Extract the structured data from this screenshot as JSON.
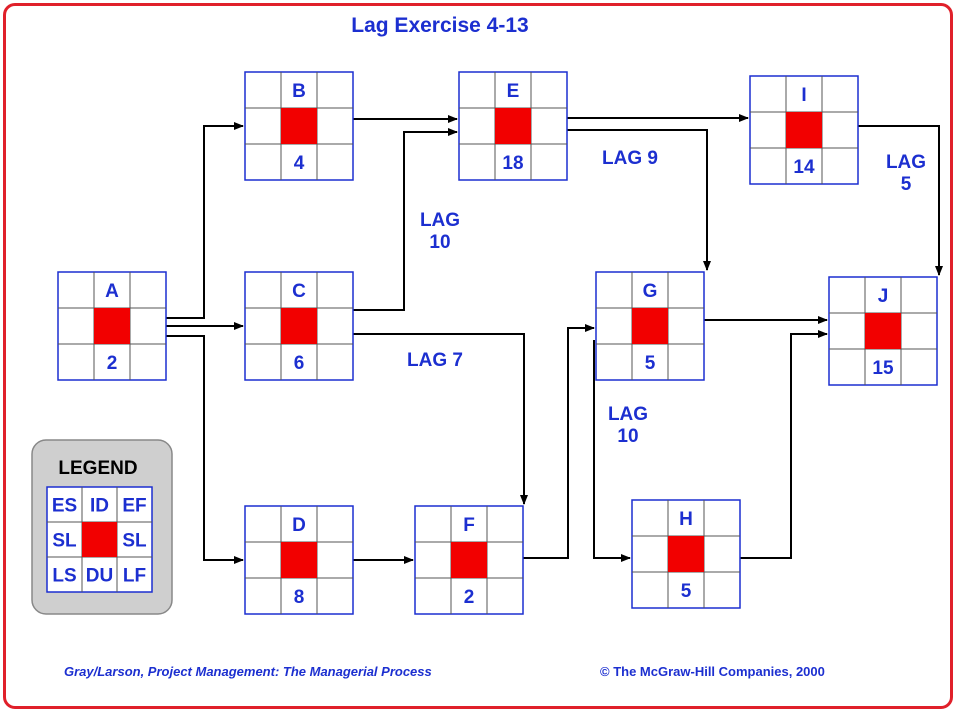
{
  "title": "Lag Exercise 4-13",
  "nodes": [
    {
      "id": "A",
      "label": "A",
      "duration": "2"
    },
    {
      "id": "B",
      "label": "B",
      "duration": "4"
    },
    {
      "id": "C",
      "label": "C",
      "duration": "6"
    },
    {
      "id": "D",
      "label": "D",
      "duration": "8"
    },
    {
      "id": "E",
      "label": "E",
      "duration": "18"
    },
    {
      "id": "F",
      "label": "F",
      "duration": "2"
    },
    {
      "id": "G",
      "label": "G",
      "duration": "5"
    },
    {
      "id": "H",
      "label": "H",
      "duration": "5"
    },
    {
      "id": "I",
      "label": "I",
      "duration": "14"
    },
    {
      "id": "J",
      "label": "J",
      "duration": "15"
    }
  ],
  "edges": [
    {
      "from": "A",
      "to": "B"
    },
    {
      "from": "A",
      "to": "C"
    },
    {
      "from": "A",
      "to": "D"
    },
    {
      "from": "B",
      "to": "E"
    },
    {
      "from": "C",
      "to": "E",
      "lag": [
        "LAG",
        "10"
      ]
    },
    {
      "from": "C",
      "to": "F",
      "lag": [
        "LAG 7"
      ]
    },
    {
      "from": "D",
      "to": "F"
    },
    {
      "from": "E",
      "to": "I"
    },
    {
      "from": "E",
      "to": "G",
      "lag": [
        "LAG 9"
      ]
    },
    {
      "from": "F",
      "to": "G"
    },
    {
      "from": "F",
      "to": "H",
      "lag": [
        "LAG",
        "10"
      ]
    },
    {
      "from": "G",
      "to": "J"
    },
    {
      "from": "H",
      "to": "J"
    },
    {
      "from": "I",
      "to": "J",
      "lag": [
        "LAG",
        "5"
      ]
    }
  ],
  "legend": {
    "title": "LEGEND",
    "row1": [
      "ES",
      "ID",
      "EF"
    ],
    "row2": [
      "SL",
      "",
      "SL"
    ],
    "row3": [
      "LS",
      "DU",
      "LF"
    ]
  },
  "colors": {
    "accent": "#1c2fd0",
    "node_center": "#f20000",
    "frame": "#e0202a",
    "legend_bg": "#cfcfcf"
  },
  "footer": {
    "left": "Gray/Larson,   Project Management:  The Managerial Process",
    "right": "©  The McGraw-Hill Companies,  2000"
  }
}
